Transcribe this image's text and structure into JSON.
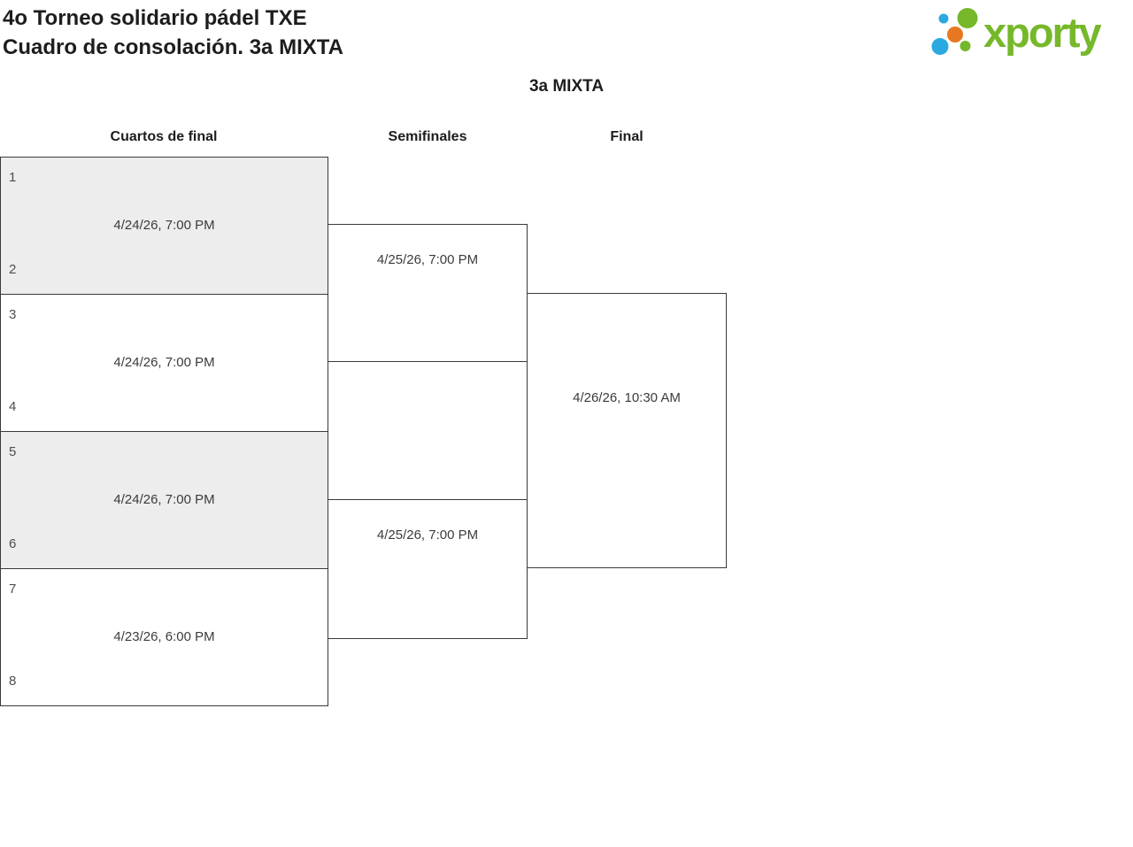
{
  "header": {
    "title_line1": "4o Torneo solidario pádel TXE",
    "title_line2": "Cuadro de consolación. 3a MIXTA"
  },
  "logo": {
    "brand": "xporty",
    "colors": {
      "green": "#76b82a",
      "blue": "#29a9e0",
      "orange": "#e87722"
    }
  },
  "category": {
    "title": "3a MIXTA"
  },
  "bracket": {
    "rounds": [
      {
        "label": "Cuartos de final",
        "matches": [
          {
            "seed_top": "1",
            "seed_bottom": "2",
            "datetime": "4/24/26, 7:00 PM",
            "highlighted": true
          },
          {
            "seed_top": "3",
            "seed_bottom": "4",
            "datetime": "4/24/26, 7:00 PM",
            "highlighted": false
          },
          {
            "seed_top": "5",
            "seed_bottom": "6",
            "datetime": "4/24/26, 7:00 PM",
            "highlighted": true
          },
          {
            "seed_top": "7",
            "seed_bottom": "8",
            "datetime": "4/23/26, 6:00 PM",
            "highlighted": false
          }
        ]
      },
      {
        "label": "Semifinales",
        "matches": [
          {
            "datetime": "4/25/26, 7:00 PM"
          },
          {
            "datetime": "4/25/26, 7:00 PM"
          }
        ]
      },
      {
        "label": "Final",
        "matches": [
          {
            "datetime": "4/26/26, 10:30 AM"
          }
        ]
      }
    ]
  }
}
